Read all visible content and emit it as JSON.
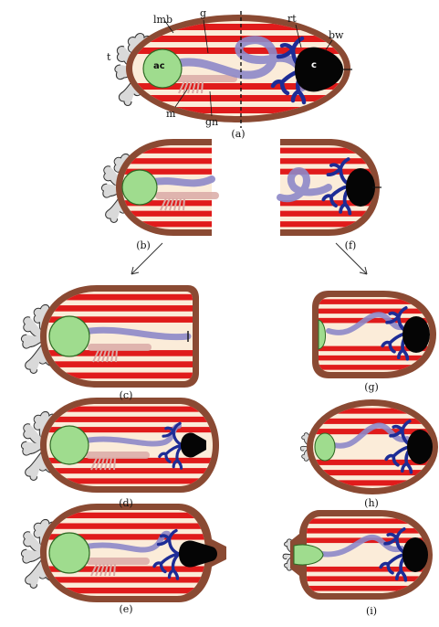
{
  "figure": {
    "panel_labels": [
      "(a)",
      "(b)",
      "(c)",
      "(d)",
      "(e)",
      "(f)",
      "(g)",
      "(h)",
      "(i)"
    ],
    "part_labels": {
      "t": "t",
      "lmb": "lmb",
      "g": "g",
      "rt": "rt",
      "bw": "bw",
      "ac": "ac",
      "c": "c",
      "m": "m",
      "gn": "gn"
    },
    "colors": {
      "body_wall": "#8a4a33",
      "body_fill": "#fbecd9",
      "muscle_band": "#e01b1b",
      "gut": "#8d88c8",
      "gonad": "#d9aaa6",
      "respiratory_tree": "#1d2c96",
      "aquapharyngeal_bulb": "#9fdc8e",
      "cloaca": "#050505",
      "tentacle": "#d9d9d9"
    }
  }
}
